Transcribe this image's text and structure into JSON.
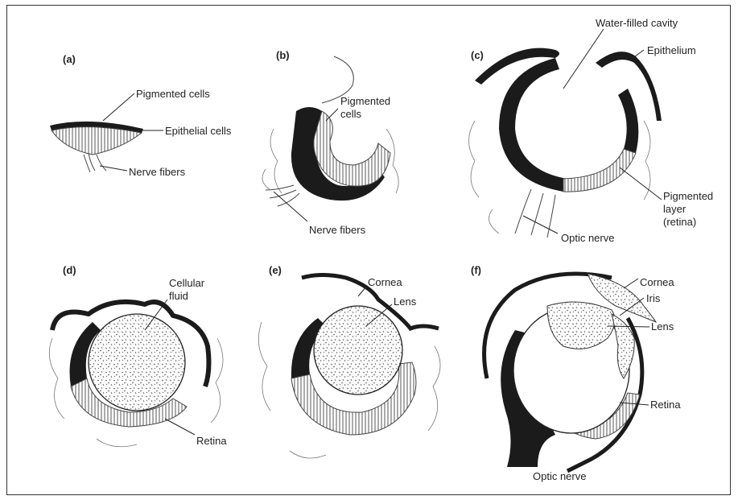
{
  "panels": {
    "a": {
      "tag": "(a)",
      "labels": [
        "Pigmented cells",
        "Epithelial cells",
        "Nerve fibers"
      ]
    },
    "b": {
      "tag": "(b)",
      "labels": [
        "Pigmented",
        "cells",
        "Nerve fibers"
      ]
    },
    "c": {
      "tag": "(c)",
      "labels": [
        "Water-filled cavity",
        "Epithelium",
        "Pigmented",
        "layer",
        "(retina)",
        "Optic nerve"
      ]
    },
    "d": {
      "tag": "(d)",
      "labels": [
        "Cellular",
        "fluid",
        "Retina"
      ]
    },
    "e": {
      "tag": "(e)",
      "labels": [
        "Cornea",
        "Lens"
      ]
    },
    "f": {
      "tag": "(f)",
      "labels": [
        "Cornea",
        "Iris",
        "Lens",
        "Retina",
        "Optic nerve"
      ]
    }
  }
}
